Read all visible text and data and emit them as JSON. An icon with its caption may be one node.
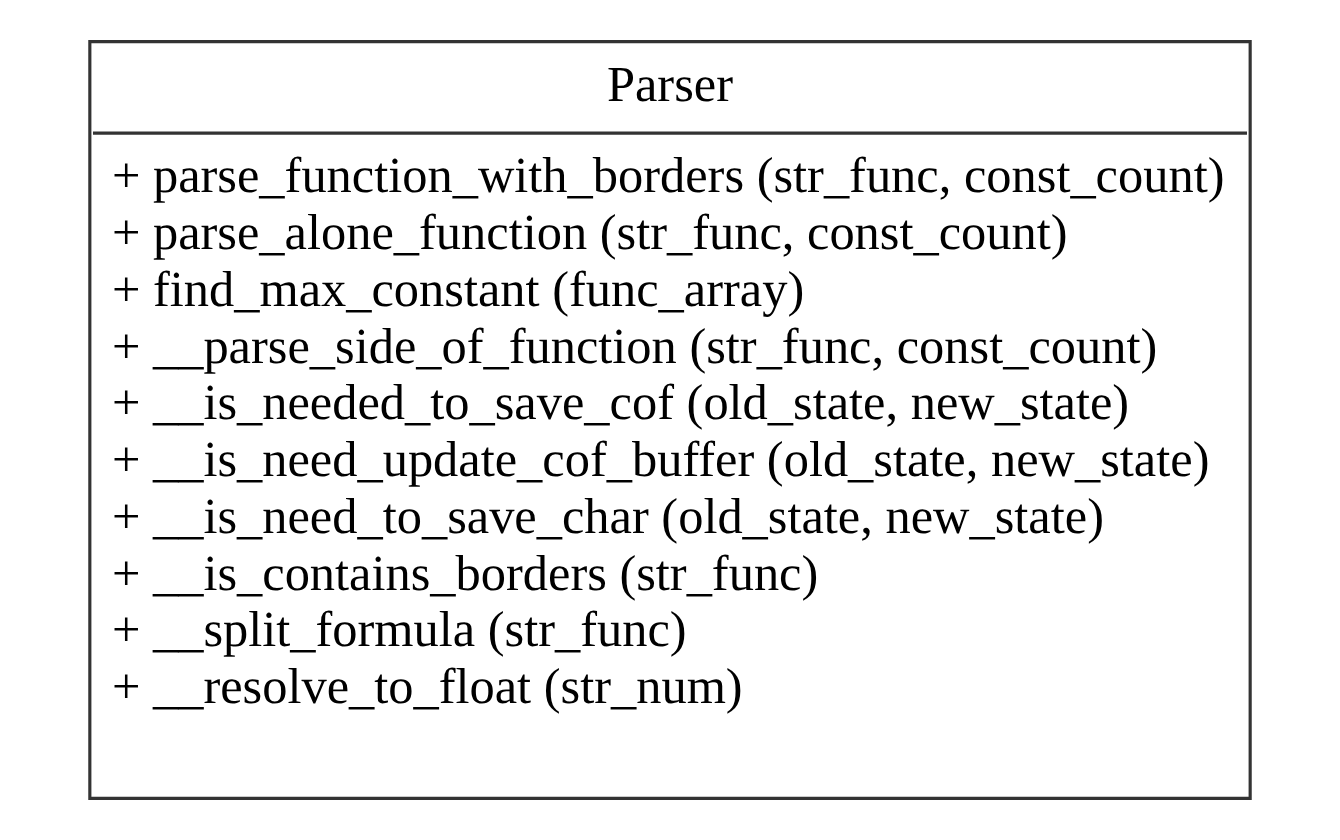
{
  "diagram": {
    "nodes": [
      {
        "text": [
          "Parser",
          "+ parse_function_with_borders (str_func, const_count)",
          "+ parse_alone_function (str_func, const_count)",
          "+ find_max_constant (func_array)",
          "+ __parse_side_of_function (str_func, const_count)",
          "+ __is_needed_to_save_cof (old_state, new_state)",
          "+ __is_need_update_cof_buffer (old_state, new_state)",
          "+ __is_need_to_save_char (old_state, new_state)",
          "+ __is_contains_borders (str_func)",
          "+ __split_formula (str_func)",
          "+ __resolve_to_float (str_num)"
        ]
      }
    ],
    "edges": []
  }
}
